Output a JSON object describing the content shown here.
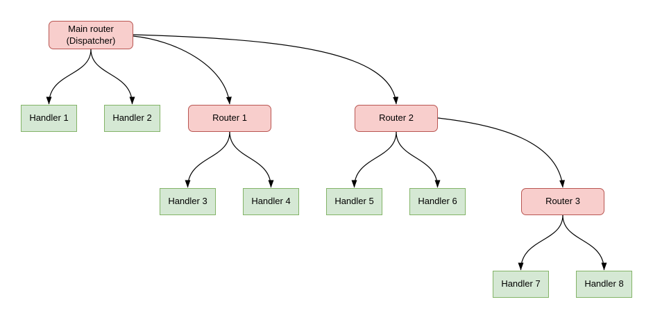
{
  "diagram": {
    "background_color": "#ffffff",
    "edge_color": "#000000",
    "styles": {
      "router_fill": "#f8cecc",
      "router_border": "#b85450",
      "handler_fill": "#d5e8d4",
      "handler_border": "#82b366"
    },
    "nodes": [
      {
        "id": "main-router",
        "type": "router",
        "label": "Main router\n(Dispatcher)"
      },
      {
        "id": "handler-1",
        "type": "handler",
        "label": "Handler 1"
      },
      {
        "id": "handler-2",
        "type": "handler",
        "label": "Handler 2"
      },
      {
        "id": "router-1",
        "type": "router",
        "label": "Router 1"
      },
      {
        "id": "router-2",
        "type": "router",
        "label": "Router 2"
      },
      {
        "id": "handler-3",
        "type": "handler",
        "label": "Handler 3"
      },
      {
        "id": "handler-4",
        "type": "handler",
        "label": "Handler 4"
      },
      {
        "id": "handler-5",
        "type": "handler",
        "label": "Handler 5"
      },
      {
        "id": "handler-6",
        "type": "handler",
        "label": "Handler 6"
      },
      {
        "id": "router-3",
        "type": "router",
        "label": "Router 3"
      },
      {
        "id": "handler-7",
        "type": "handler",
        "label": "Handler 7"
      },
      {
        "id": "handler-8",
        "type": "handler",
        "label": "Handler 8"
      }
    ],
    "edges": [
      {
        "from": "main-router",
        "to": "handler-1"
      },
      {
        "from": "main-router",
        "to": "handler-2"
      },
      {
        "from": "main-router",
        "to": "router-1"
      },
      {
        "from": "main-router",
        "to": "router-2"
      },
      {
        "from": "router-1",
        "to": "handler-3"
      },
      {
        "from": "router-1",
        "to": "handler-4"
      },
      {
        "from": "router-2",
        "to": "handler-5"
      },
      {
        "from": "router-2",
        "to": "handler-6"
      },
      {
        "from": "router-2",
        "to": "router-3"
      },
      {
        "from": "router-3",
        "to": "handler-7"
      },
      {
        "from": "router-3",
        "to": "handler-8"
      }
    ]
  }
}
